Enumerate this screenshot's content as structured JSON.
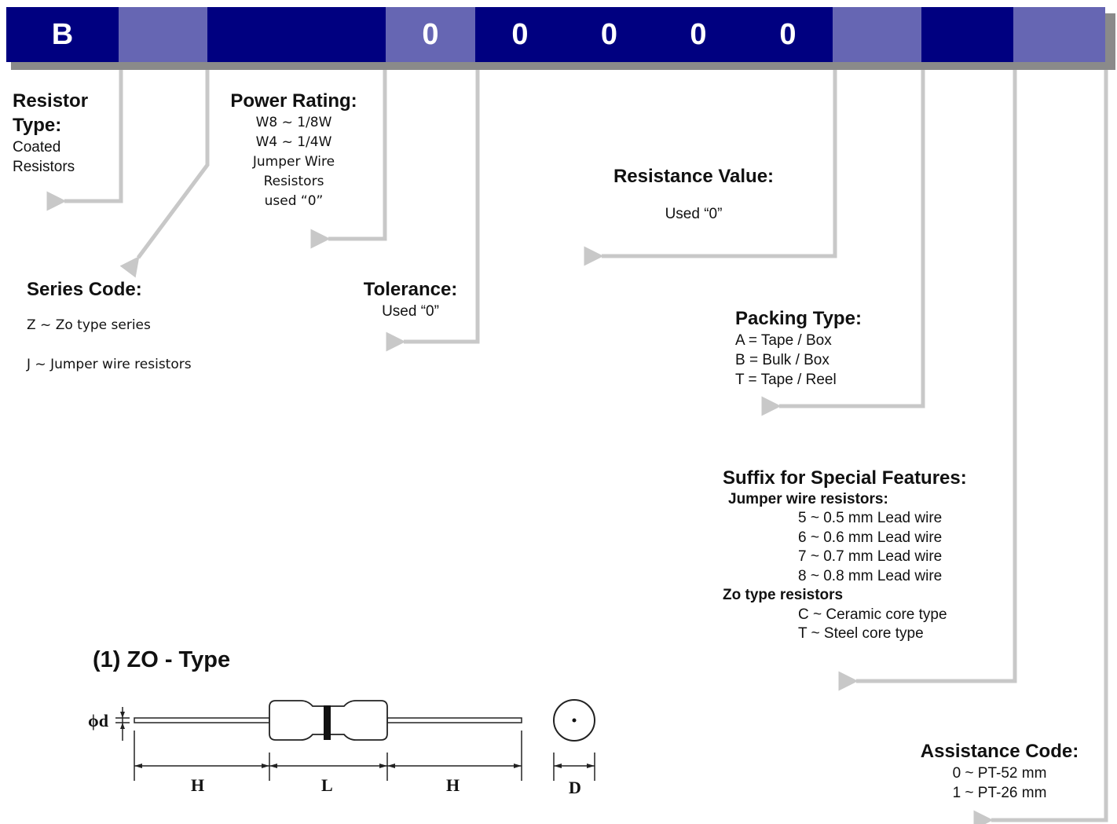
{
  "code_bar": {
    "cells": [
      {
        "text": "B",
        "color": "#000080"
      },
      {
        "text": "",
        "color": "#6666b3"
      },
      {
        "text": "",
        "color": "#000080"
      },
      {
        "text": "0",
        "color": "#6666b3"
      },
      {
        "text": "0",
        "color": "#000080"
      },
      {
        "text": "0",
        "color": "#000080"
      },
      {
        "text": "0",
        "color": "#000080"
      },
      {
        "text": "0",
        "color": "#000080"
      },
      {
        "text": "",
        "color": "#6666b3"
      },
      {
        "text": "",
        "color": "#000080"
      },
      {
        "text": "",
        "color": "#6666b3"
      }
    ],
    "shadow_color": "#8a8a8a",
    "leader_color": "#c8c8c8"
  },
  "resistor_type": {
    "title_line1": "Resistor",
    "title_line2": "Type:",
    "line1": "Coated",
    "line2": "Resistors"
  },
  "power_rating": {
    "title": "Power Rating:",
    "lines": [
      "W8 ~ 1/8W",
      "W4 ~ 1/4W",
      "Jumper Wire",
      "Resistors",
      "used “0”"
    ]
  },
  "resistance_value": {
    "title": "Resistance Value:",
    "text": "Used “0”"
  },
  "series_code": {
    "title": "Series Code:",
    "lines": [
      "Z ~ Zo type series",
      "J ~ Jumper wire resistors"
    ]
  },
  "tolerance": {
    "title": "Tolerance:",
    "text": "Used “0”"
  },
  "packing_type": {
    "title": "Packing Type:",
    "lines": [
      "A = Tape / Box",
      "B = Bulk / Box",
      "T = Tape / Reel"
    ]
  },
  "suffix": {
    "title": "Suffix for Special Features:",
    "jumper_header": "Jumper wire resistors:",
    "jumper_lines": [
      "5 ~ 0.5 mm Lead wire",
      "6 ~ 0.6 mm Lead wire",
      "7 ~ 0.7 mm Lead wire",
      "8 ~ 0.8 mm Lead wire"
    ],
    "zo_header": "Zo type resistors",
    "zo_lines": [
      "C ~ Ceramic core type",
      "T ~ Steel core type"
    ]
  },
  "assistance_code": {
    "title": "Assistance Code:",
    "lines": [
      "0 ~ PT-52 mm",
      "1 ~ PT-26 mm"
    ]
  },
  "zo_type": {
    "title": "(1) ZO - Type",
    "labels": {
      "phid": "ϕd",
      "h1": "H",
      "l": "L",
      "h2": "H",
      "d": "D"
    }
  }
}
